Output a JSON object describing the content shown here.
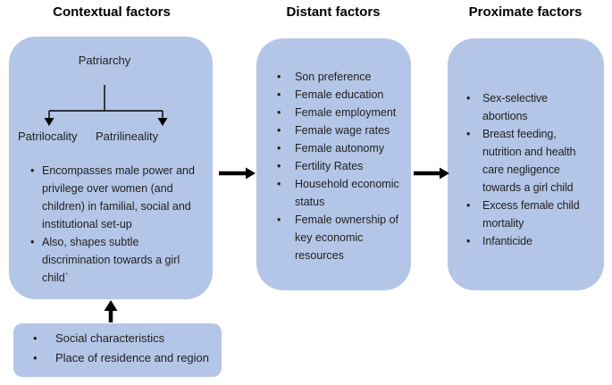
{
  "diagram": {
    "columns": [
      {
        "title": "Contextual factors"
      },
      {
        "title": "Distant factors"
      },
      {
        "title": "Proximate factors"
      }
    ],
    "contextual_box": {
      "root": "Patriarchy",
      "branch_left": "Patrilocality",
      "branch_right": "Patrilineality",
      "bullets": [
        "Encompasses male power and privilege over women (and children) in familial, social and institutional set-up",
        "Also, shapes subtle discrimination towards a girl child`"
      ]
    },
    "distant_box": {
      "bullets": [
        "Son preference",
        "Female education",
        "Female employment",
        "Female wage rates",
        "Female autonomy",
        "Fertility Rates",
        "Household economic status",
        "Female ownership of key economic resources"
      ]
    },
    "proximate_box": {
      "bullets": [
        "Sex-selective abortions",
        "Breast feeding, nutrition and health care negligence towards a girl child",
        "Excess female child mortality",
        "Infanticide"
      ]
    },
    "background_box": {
      "bullets": [
        "Social characteristics",
        "Place of residence and region"
      ]
    }
  },
  "colors": {
    "box_fill": "#b4c6e7",
    "text": "#1f1f1f",
    "title": "#000000",
    "arrow": "#000000"
  }
}
